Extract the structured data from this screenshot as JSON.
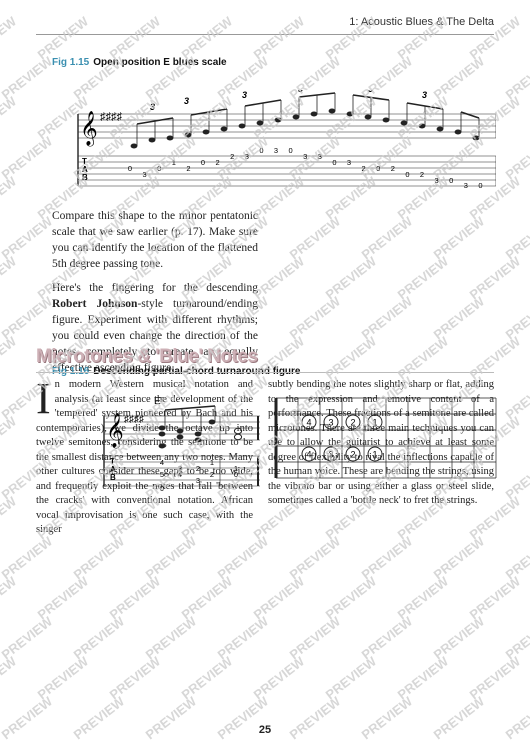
{
  "header": {
    "chapter": "1: Acoustic Blues & The Delta"
  },
  "fig115": {
    "number": "Fig 1.15",
    "title": "Open position E blues scale",
    "triplet_mark": "3",
    "tab_letters": [
      "T",
      "A",
      "B"
    ],
    "tab_numbers": [
      "0",
      "3",
      "0",
      "1",
      "2",
      "0",
      "2",
      "2",
      "3",
      "0",
      "3",
      "0",
      "3",
      "3",
      "0",
      "3",
      "2",
      "0",
      "2",
      "0",
      "2",
      "3",
      "0",
      "3",
      "0"
    ]
  },
  "para1": "Compare this shape to the minor pentatonic scale that we saw earlier (p. 17). Make sure you can identify the location of the flattened 5th degree passing tone.",
  "para2": {
    "before": "Here's the fingering for the descending ",
    "bold": "Robert Johnson",
    "after": "-style turnaround/ending figure. Experiment with different rhythms; you could even change the direction of the notes completely to create an equally effective ascending figure."
  },
  "fig116": {
    "number": "Fig 1.16",
    "title": "Descending partial-chord turnaround figure",
    "chord": "E⁷",
    "tab_letters": [
      "T",
      "A",
      "B"
    ],
    "tab_numbers": [
      "4",
      "3",
      "2",
      "1",
      "5",
      "4",
      "3",
      "2",
      "0",
      "1",
      "0"
    ],
    "fret_fingers_row1": [
      "4",
      "3",
      "2",
      "1"
    ],
    "fret_fingers_row2": [
      "4",
      "3",
      "2",
      "1"
    ]
  },
  "section": {
    "heading": "Microtones & 'Blue' Notes"
  },
  "col_left": {
    "dropcap": "I",
    "text": "n modern Western musical notation and analysis (at least since the development of the 'tempered' system pioneered by Bach and his contemporaries), we divide the octave up into twelve semitones, considering the semitone to be the smallest distance between any two notes. Many other cultures consider these gaps to be too wide, and frequently exploit the notes that fall 'between the cracks' with conventional notation. African vocal improvisation is one such case, with the singer"
  },
  "col_right": {
    "text": "subtly bending the notes slightly sharp or flat, adding to the expression and emotive content of a performance. These fractions of a semitone are called microtones. There are three main techniques you can use to allow the guitarist to achieve at least some degree of flexibility to rival the inflections capable of the human voice. These are bending the strings, using the vibrato bar or using either a glass or steel slide, sometimes called a 'bottle neck' to fret the strings."
  },
  "page_number": "25",
  "watermark": {
    "word": "PREVIEW",
    "color": "#c9c9c9"
  }
}
